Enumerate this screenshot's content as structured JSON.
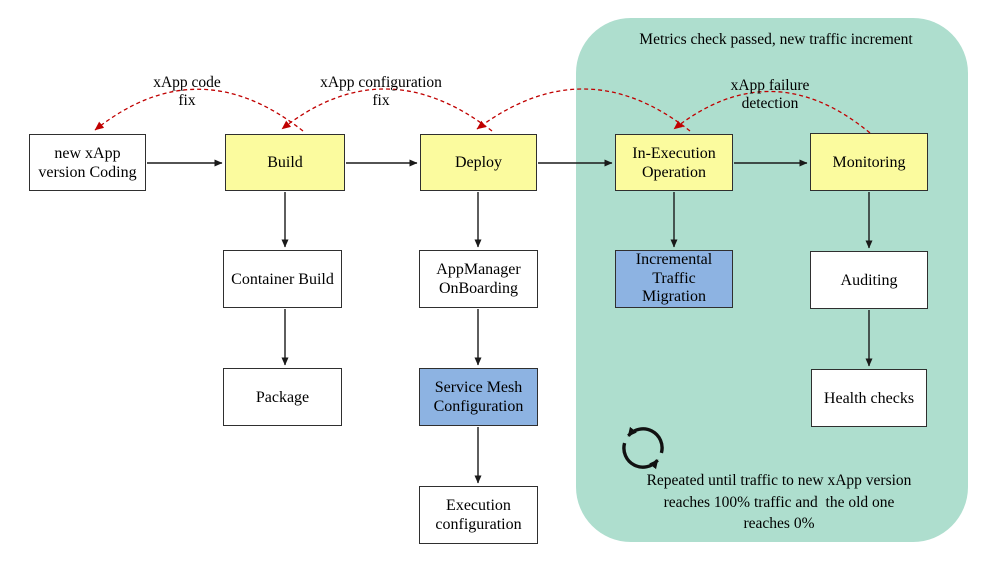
{
  "nodes": [
    {
      "id": "new-xapp-version-coding",
      "label": "new xApp\nversion Coding",
      "kind": "plain"
    },
    {
      "id": "build",
      "label": "Build",
      "kind": "stage"
    },
    {
      "id": "deploy",
      "label": "Deploy",
      "kind": "stage"
    },
    {
      "id": "in-execution-operation",
      "label": "In-Execution\nOperation",
      "kind": "stage"
    },
    {
      "id": "monitoring",
      "label": "Monitoring",
      "kind": "stage"
    },
    {
      "id": "container-build",
      "label": "Container Build",
      "kind": "plain"
    },
    {
      "id": "appmanager-onboarding",
      "label": "AppManager\nOnBoarding",
      "kind": "plain"
    },
    {
      "id": "incremental-traffic-migration",
      "label": "Incremental\nTraffic\nMigration",
      "kind": "highlight"
    },
    {
      "id": "auditing",
      "label": "Auditing",
      "kind": "plain"
    },
    {
      "id": "package",
      "label": "Package",
      "kind": "plain"
    },
    {
      "id": "service-mesh-configuration",
      "label": "Service Mesh\nConfiguration",
      "kind": "highlight"
    },
    {
      "id": "health-checks",
      "label": "Health checks",
      "kind": "plain"
    },
    {
      "id": "execution-configuration",
      "label": "Execution\nconfiguration",
      "kind": "plain"
    }
  ],
  "feedback_labels": [
    {
      "label": "xApp code\nfix"
    },
    {
      "label": "xApp configuration\nfix"
    },
    {
      "label": "xApp failure\ndetection"
    }
  ],
  "panel": {
    "header": "Metrics check passed, new traffic increment",
    "note": "Repeated until traffic to new xApp version\nreaches 100% traffic and  the old one\nreaches 0%"
  },
  "icons": {
    "repeat_icon": "circular-repeat-arrows"
  },
  "colors": {
    "stage_fill": "#FBFB9E",
    "highlight_fill": "#8DB3E2",
    "plain_fill": "#FFFFFF",
    "panel_fill": "#AEDECE",
    "feedback_arrow": "#C00000",
    "flow_arrow": "#1A1A1A",
    "box_border": "#2F2F2F"
  }
}
